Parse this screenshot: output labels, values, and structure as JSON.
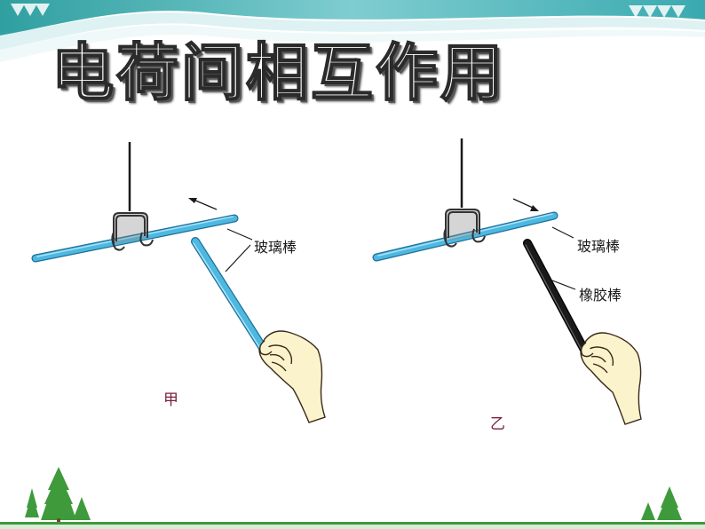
{
  "title": "电荷间相互作用",
  "diagram_a": {
    "rod_label": "玻璃棒",
    "caption": "甲"
  },
  "diagram_b": {
    "rod_label_top": "玻璃棒",
    "rod_label_bottom": "橡胶棒",
    "caption": "乙"
  },
  "colors": {
    "glass_rod": "#4db8e0",
    "rubber_rod": "#1a1a1a",
    "header_teal": "#3ba8a4",
    "footer_green": "#3f9a3c",
    "caption": "#7b1e3c"
  }
}
